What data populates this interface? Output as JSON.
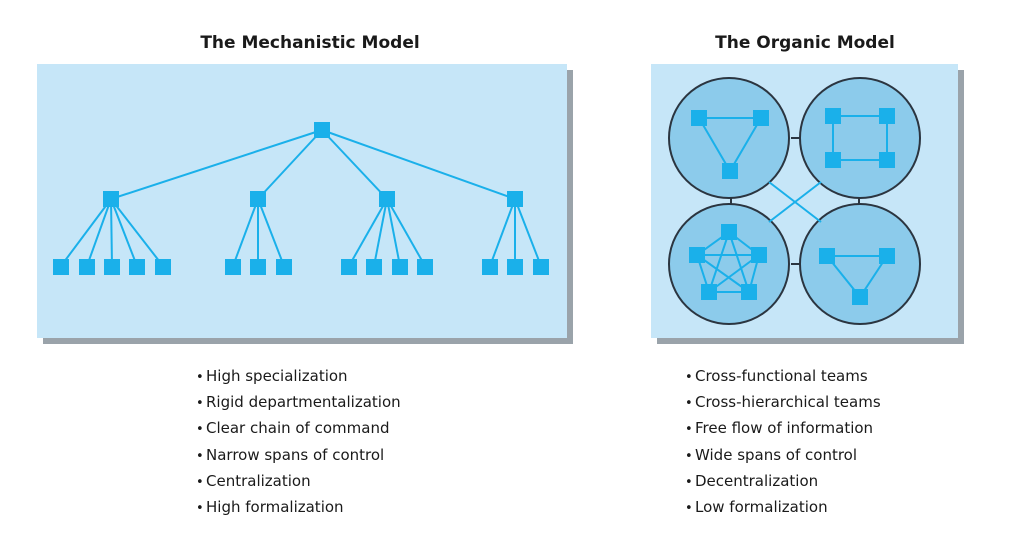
{
  "mechanistic": {
    "title": "The Mechanistic Model",
    "characteristics": [
      "High specialization",
      "Rigid departmentalization",
      "Clear chain of command",
      "Narrow spans of control",
      "Centralization",
      "High formalization"
    ]
  },
  "organic": {
    "title": "The Organic Model",
    "characteristics": [
      "Cross-functional teams",
      "Cross-hierarchical teams",
      "Free flow of information",
      "Wide spans of control",
      "Decentralization",
      "Low formalization"
    ]
  },
  "colors": {
    "panel_background": "#c6e6f8",
    "node": "#1ab0ea",
    "connector": "#1ab0ea",
    "team_circle_fill": "#8ccbeb",
    "team_circle_stroke": "#2b3540",
    "team_link": "#1ab0ea",
    "panel_shadow": "#9aa3aa"
  },
  "icons": {
    "node": "square-node-icon",
    "bullet": "bullet-dot"
  }
}
